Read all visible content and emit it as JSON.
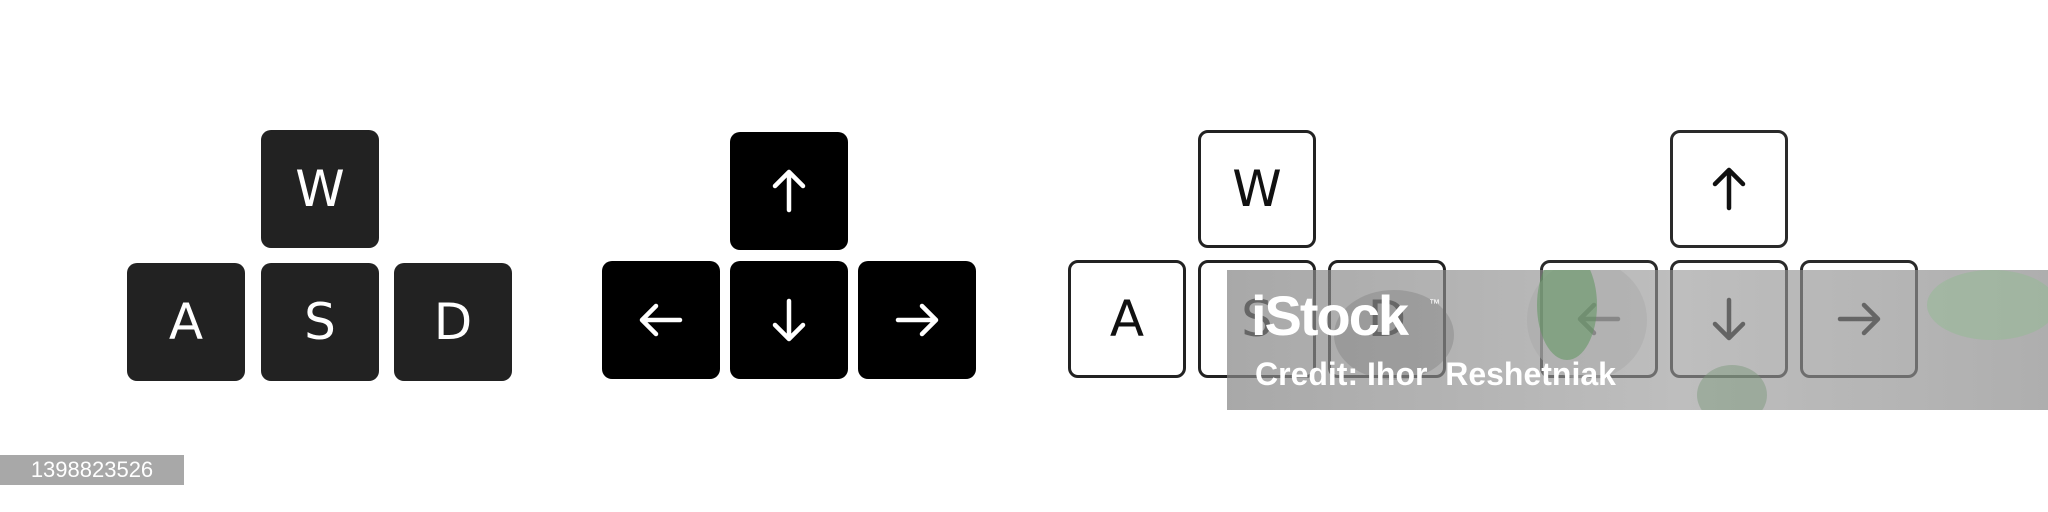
{
  "wasd_solid": {
    "w": "W",
    "a": "A",
    "s": "S",
    "d": "D"
  },
  "arrows_solid": {
    "up": "up-arrow-icon",
    "left": "left-arrow-icon",
    "down": "down-arrow-icon",
    "right": "right-arrow-icon"
  },
  "wasd_outline": {
    "w": "W",
    "a": "A",
    "s": "S",
    "d": "D"
  },
  "arrows_outline": {
    "up": "up-arrow-icon",
    "left": "left-arrow-icon",
    "down": "down-arrow-icon",
    "right": "right-arrow-icon"
  },
  "watermark": {
    "logo": "iStock",
    "trademark": "™",
    "credit": "Credit: Ihor  Reshetniak"
  },
  "image_id": "1398823526",
  "colors": {
    "solid_key": "#222222",
    "black_key": "#000000",
    "outline_border": "#222222",
    "background": "#ffffff"
  }
}
